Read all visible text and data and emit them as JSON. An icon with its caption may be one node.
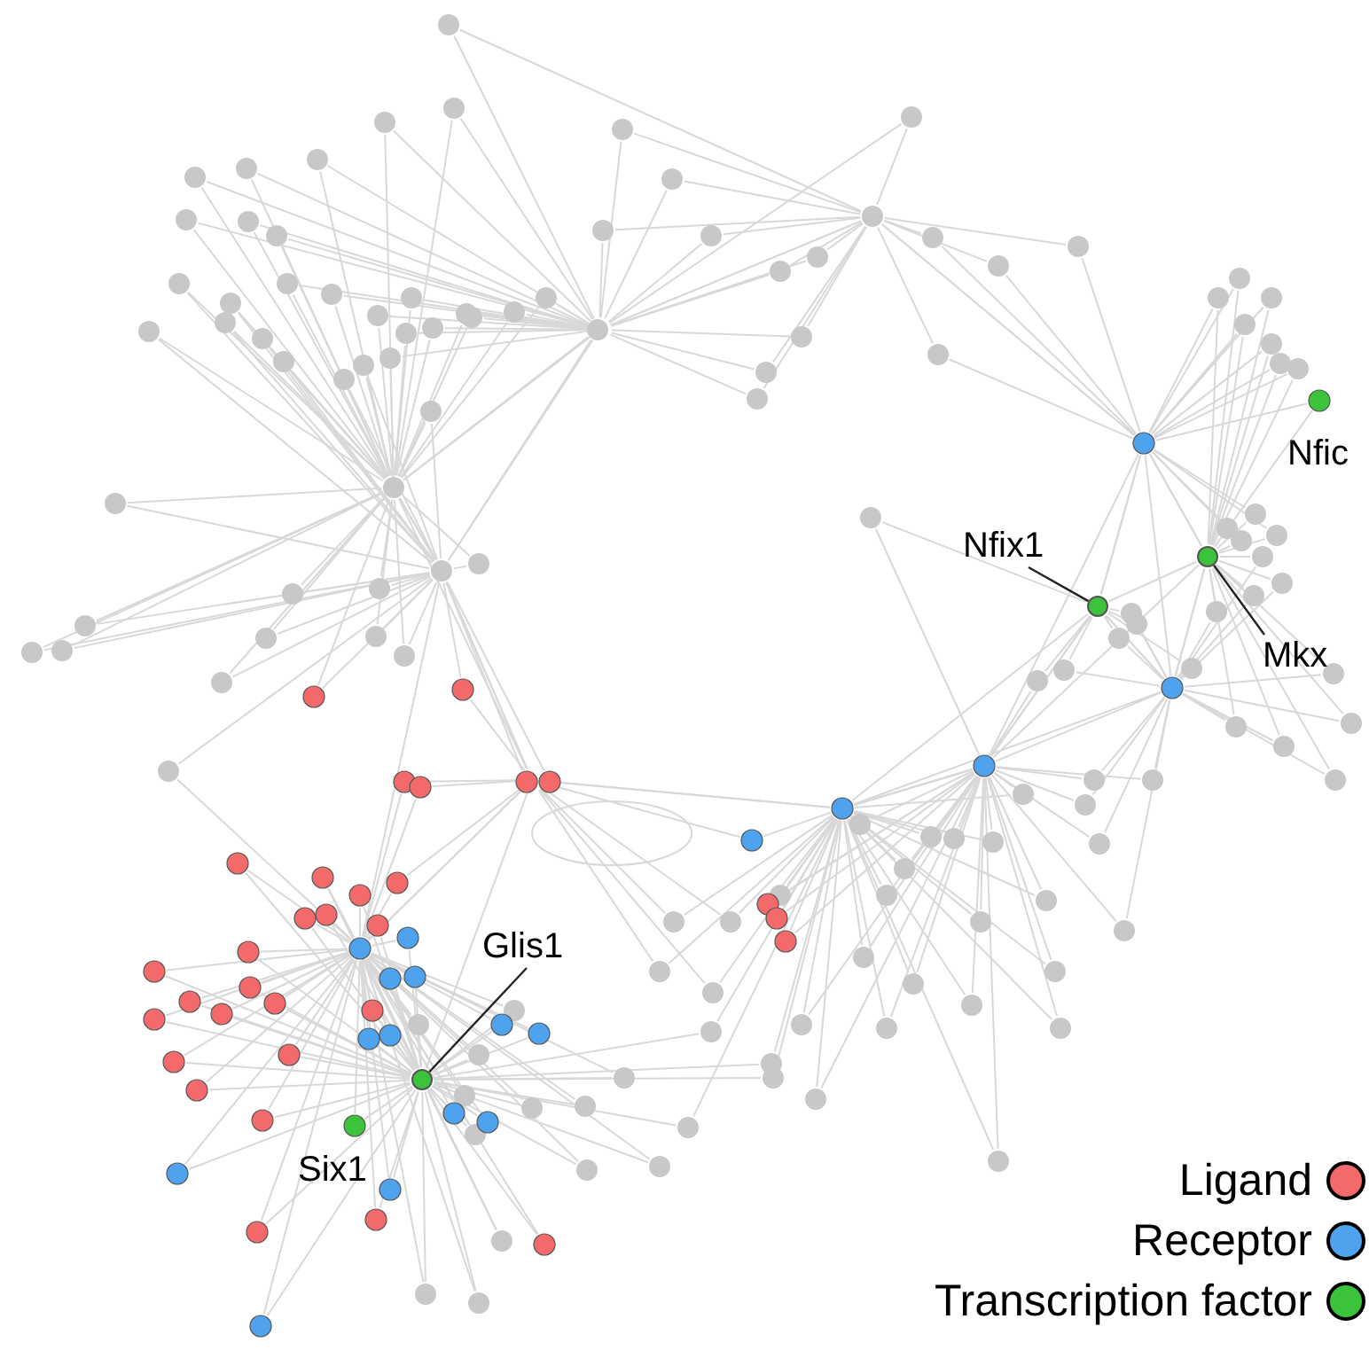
{
  "diagram": {
    "nodes": [
      {
        "text": [
          "Nfix1"
        ]
      },
      {
        "text": [],
        "shape": "circle"
      },
      {
        "text": [
          "Mkx"
        ]
      },
      {
        "text": [],
        "shape": "circle"
      },
      {
        "text": [
          "Glis1"
        ]
      },
      {
        "text": [],
        "shape": "circle"
      }
    ],
    "edges": [
      {
        "from": 0,
        "to": 1,
        "arrow": "none"
      },
      {
        "from": 2,
        "to": 3,
        "arrow": "none"
      },
      {
        "from": 4,
        "to": 5,
        "arrow": "none"
      }
    ],
    "labels": [
      "Nfic",
      "Six1"
    ],
    "legend": [
      {
        "text": "Ligand",
        "color": "#f46a6a"
      },
      {
        "text": "Receptor",
        "color": "#4fa3ee"
      },
      {
        "text": "Transcription factor",
        "color": "#3cc33c"
      }
    ]
  }
}
